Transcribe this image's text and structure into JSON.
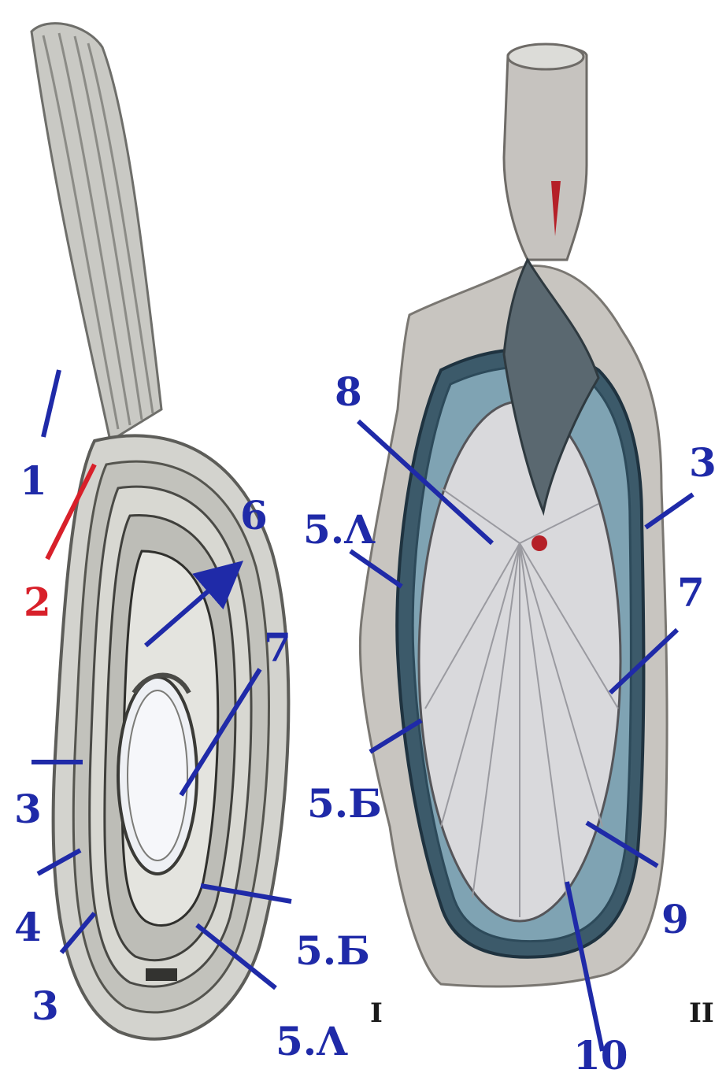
{
  "figure": {
    "panels": [
      {
        "id": "I",
        "caption": "I"
      },
      {
        "id": "II",
        "caption": "II"
      }
    ],
    "label_color_default": "#1f2aa8",
    "label_color_highlight": "#d8202a",
    "left_labels": {
      "l1": "1",
      "l2": "2",
      "l6": "6",
      "l7": "7",
      "l3a": "3",
      "l4": "4",
      "l3b": "3",
      "l5b": "5.Б",
      "l5a": "5.Λ"
    },
    "right_labels": {
      "l8": "8",
      "l5a": "5.Λ",
      "l3": "3",
      "l7": "7",
      "l5b": "5.Б",
      "l9": "9",
      "l10": "10"
    }
  }
}
